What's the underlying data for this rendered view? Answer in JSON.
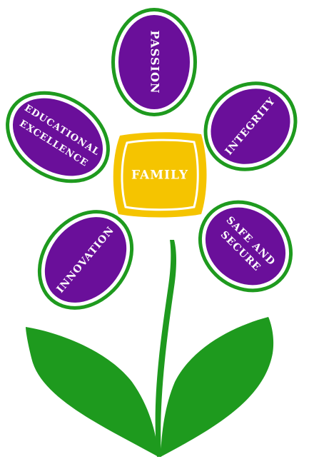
{
  "center": {
    "label": "FAMILY"
  },
  "petals": [
    {
      "id": "passion",
      "line1": "PASSION",
      "line2": ""
    },
    {
      "id": "integrity",
      "line1": "INTEGRITY",
      "line2": ""
    },
    {
      "id": "safe-and-secure",
      "line1": "SAFE AND",
      "line2": "SECURE"
    },
    {
      "id": "innovation",
      "line1": "INNOVATION",
      "line2": ""
    },
    {
      "id": "educational-excellence",
      "line1": "EDUCATIONAL",
      "line2": "EXCELLENCE"
    }
  ],
  "colors": {
    "petal_fill": "#6a0f9a",
    "petal_ring": "#1e9a1e",
    "center_fill": "#f5c400",
    "stem": "#1e9a1e",
    "label": "#ffffff"
  }
}
